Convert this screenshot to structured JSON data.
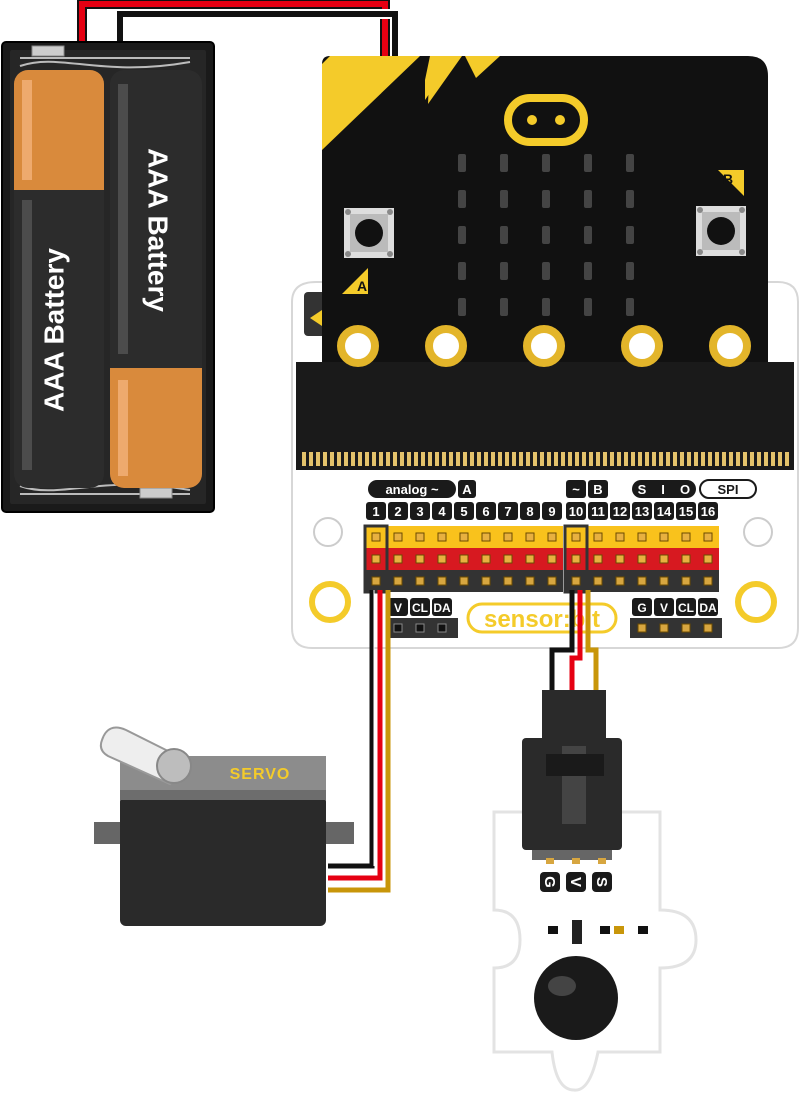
{
  "battery_pack": {
    "cell_1_label": "AAA Battery",
    "cell_2_label": "AAA Battery"
  },
  "microbit": {
    "button_a_label": "A",
    "button_b_label": "B"
  },
  "sensor_bit": {
    "brand_label": "sensor:bit",
    "analog_label": "analog ~",
    "a_label": "A",
    "pwm_label": "~",
    "b_label": "B",
    "s_label": "S",
    "i_label": "I",
    "o_label": "O",
    "spi_label": "SPI",
    "pins": [
      "1",
      "2",
      "3",
      "4",
      "5",
      "6",
      "7",
      "8",
      "9",
      "10",
      "11",
      "12",
      "13",
      "14",
      "15",
      "16"
    ],
    "i2c_left": [
      "V",
      "CL",
      "DA"
    ],
    "i2c_right": [
      "G",
      "V",
      "CL",
      "DA"
    ]
  },
  "servo": {
    "label": "SERVO"
  },
  "sound_sensor": {
    "pin_labels": [
      "G",
      "V",
      "S"
    ]
  },
  "colors": {
    "microbit_black": "#111111",
    "microbit_yellow": "#F4CB2A",
    "header_yellow": "#F9C21C",
    "header_red": "#D71920",
    "header_dark": "#333333",
    "wire_red": "#E60012",
    "wire_black": "#111111",
    "wire_yellow": "#C8960A",
    "battery_orange": "#D98A3C"
  }
}
